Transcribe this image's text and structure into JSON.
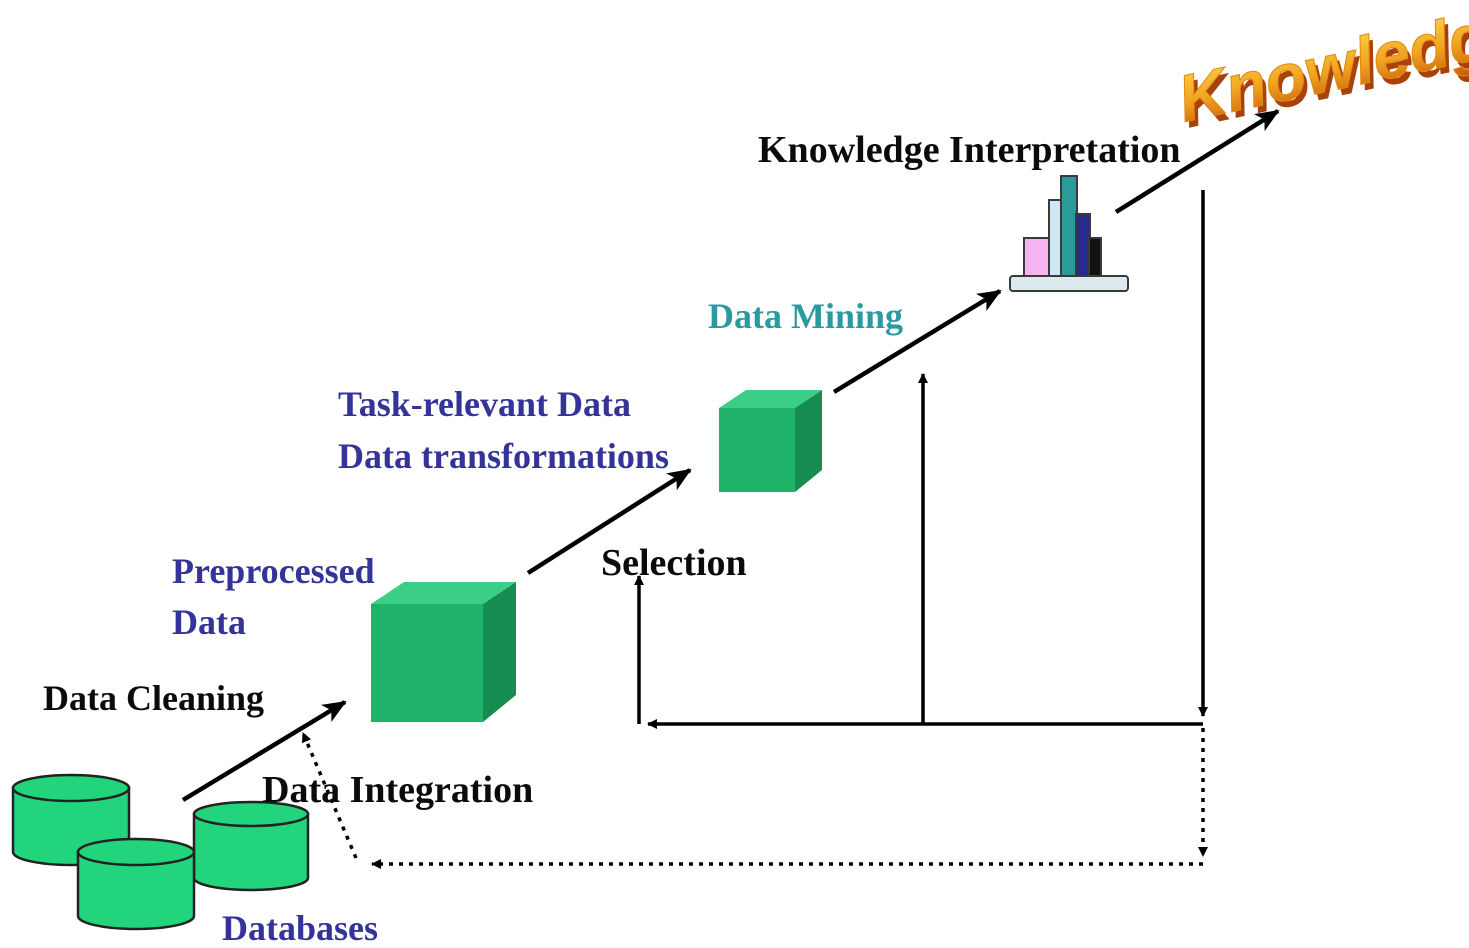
{
  "title_word": "Knowledge",
  "labels": {
    "knowledge_interpretation": "Knowledge Interpretation",
    "data_mining": "Data Mining",
    "task_relevant_data": "Task-relevant Data",
    "data_transformations": "Data transformations",
    "selection": "Selection",
    "preprocessed_line1": "Preprocessed",
    "preprocessed_line2": "Data",
    "data_cleaning": "Data Cleaning",
    "data_integration": "Data Integration",
    "databases": "Databases"
  },
  "colors": {
    "cube": "#1fb36a",
    "database": "#22d47c",
    "dark_text": "#0b0b0b",
    "blue_text": "#33339a",
    "teal_text": "#2a9aa0",
    "knowledge_orange": "#f2a321"
  }
}
